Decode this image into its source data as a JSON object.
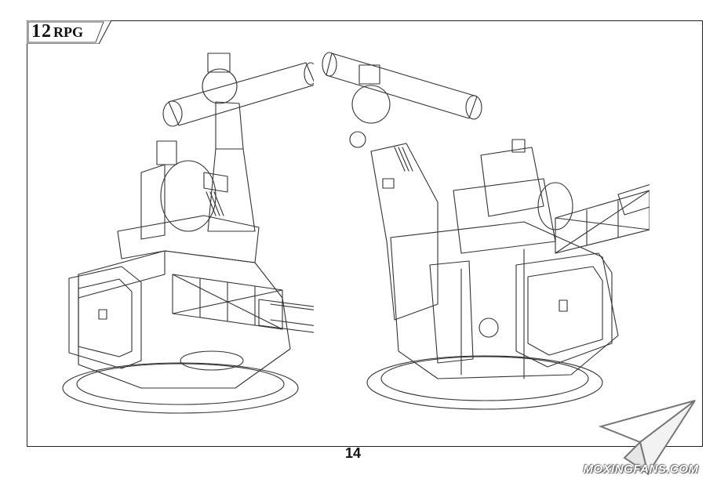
{
  "header": {
    "logo_number": "12",
    "logo_brand": "RPG"
  },
  "page": {
    "number": "14"
  },
  "watermark": {
    "text": "MOXINGFANS.COM"
  },
  "illustrations": [
    {
      "name": "turret-view-front-left"
    },
    {
      "name": "turret-view-rear-right"
    }
  ]
}
